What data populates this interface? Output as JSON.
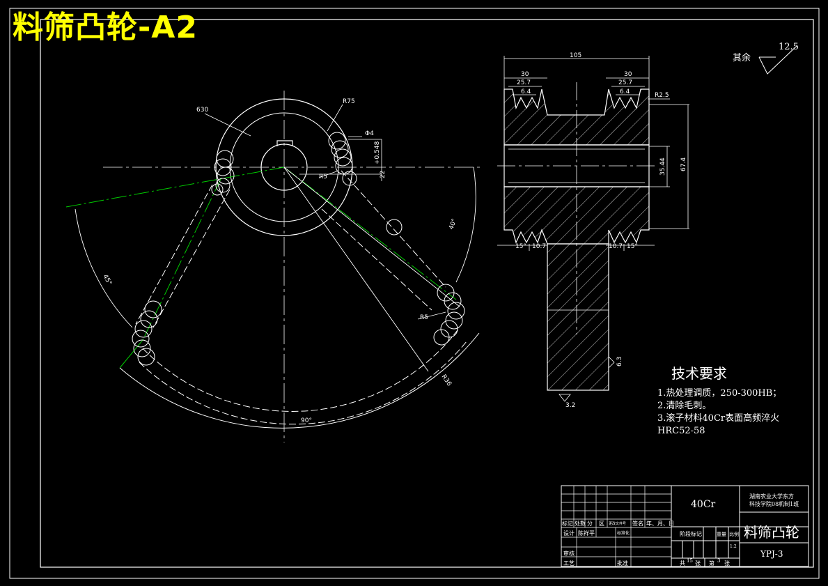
{
  "sheet": {
    "title": "料筛凸轮-A2",
    "roughness_label": "其余",
    "roughness_value": "12.5"
  },
  "front_view": {
    "dims": {
      "r630": "630",
      "r375": "R75",
      "phi4": "Φ4",
      "d548": "+0.548",
      "d22": "22",
      "r5_top": "R5",
      "r5_low": "R5",
      "a40": "40°",
      "a45": "45°",
      "a90": "90°",
      "r36": "R36"
    }
  },
  "section_view": {
    "dims": {
      "w105": "105",
      "w30l": "30",
      "w30r": "30",
      "w257l": "25.7",
      "w257r": "25.7",
      "w64l": "6.4",
      "w64r": "6.4",
      "r25": "R2.5",
      "h3544": "35.44",
      "h674": "67.4",
      "a15l": "15°",
      "a15r": "15°",
      "w107l": "10.7",
      "w107r": "10.7",
      "ra63": "6.3",
      "ra32": "3.2"
    }
  },
  "tech_requirements": {
    "title": "技术要求",
    "items": [
      "1.热处理调质，250-300HB；",
      "2.清除毛刺。",
      "3.滚子材料40Cr表面高频淬火",
      "HRC52-58"
    ]
  },
  "title_block": {
    "material": "40Cr",
    "school": "湖南农业大学东方",
    "school2": "科技学院08机制1班",
    "part_name": "料筛凸轮",
    "drawing_no": "YPJ-3",
    "row_labels": [
      "标记",
      "处数",
      "分",
      "区",
      "更改文件号",
      "签名",
      "年、月、日"
    ],
    "design": "设计",
    "designer": "陈祥平",
    "standard": "标准化",
    "review": "审核",
    "process": "工艺",
    "approve": "批准",
    "stage": "阶段标记",
    "weight": "重量",
    "scale": "比例",
    "scale_value": "1:2",
    "sheets_total": "共",
    "sheets_total_n": "15",
    "sheets_unit": "张",
    "sheet_no_label": "第",
    "sheet_no": "3",
    "sheet_unit2": "张"
  },
  "colors": {
    "background": "#000000",
    "line": "#ffffff",
    "title": "#ffff00",
    "center_line_green": "#00cc00"
  }
}
